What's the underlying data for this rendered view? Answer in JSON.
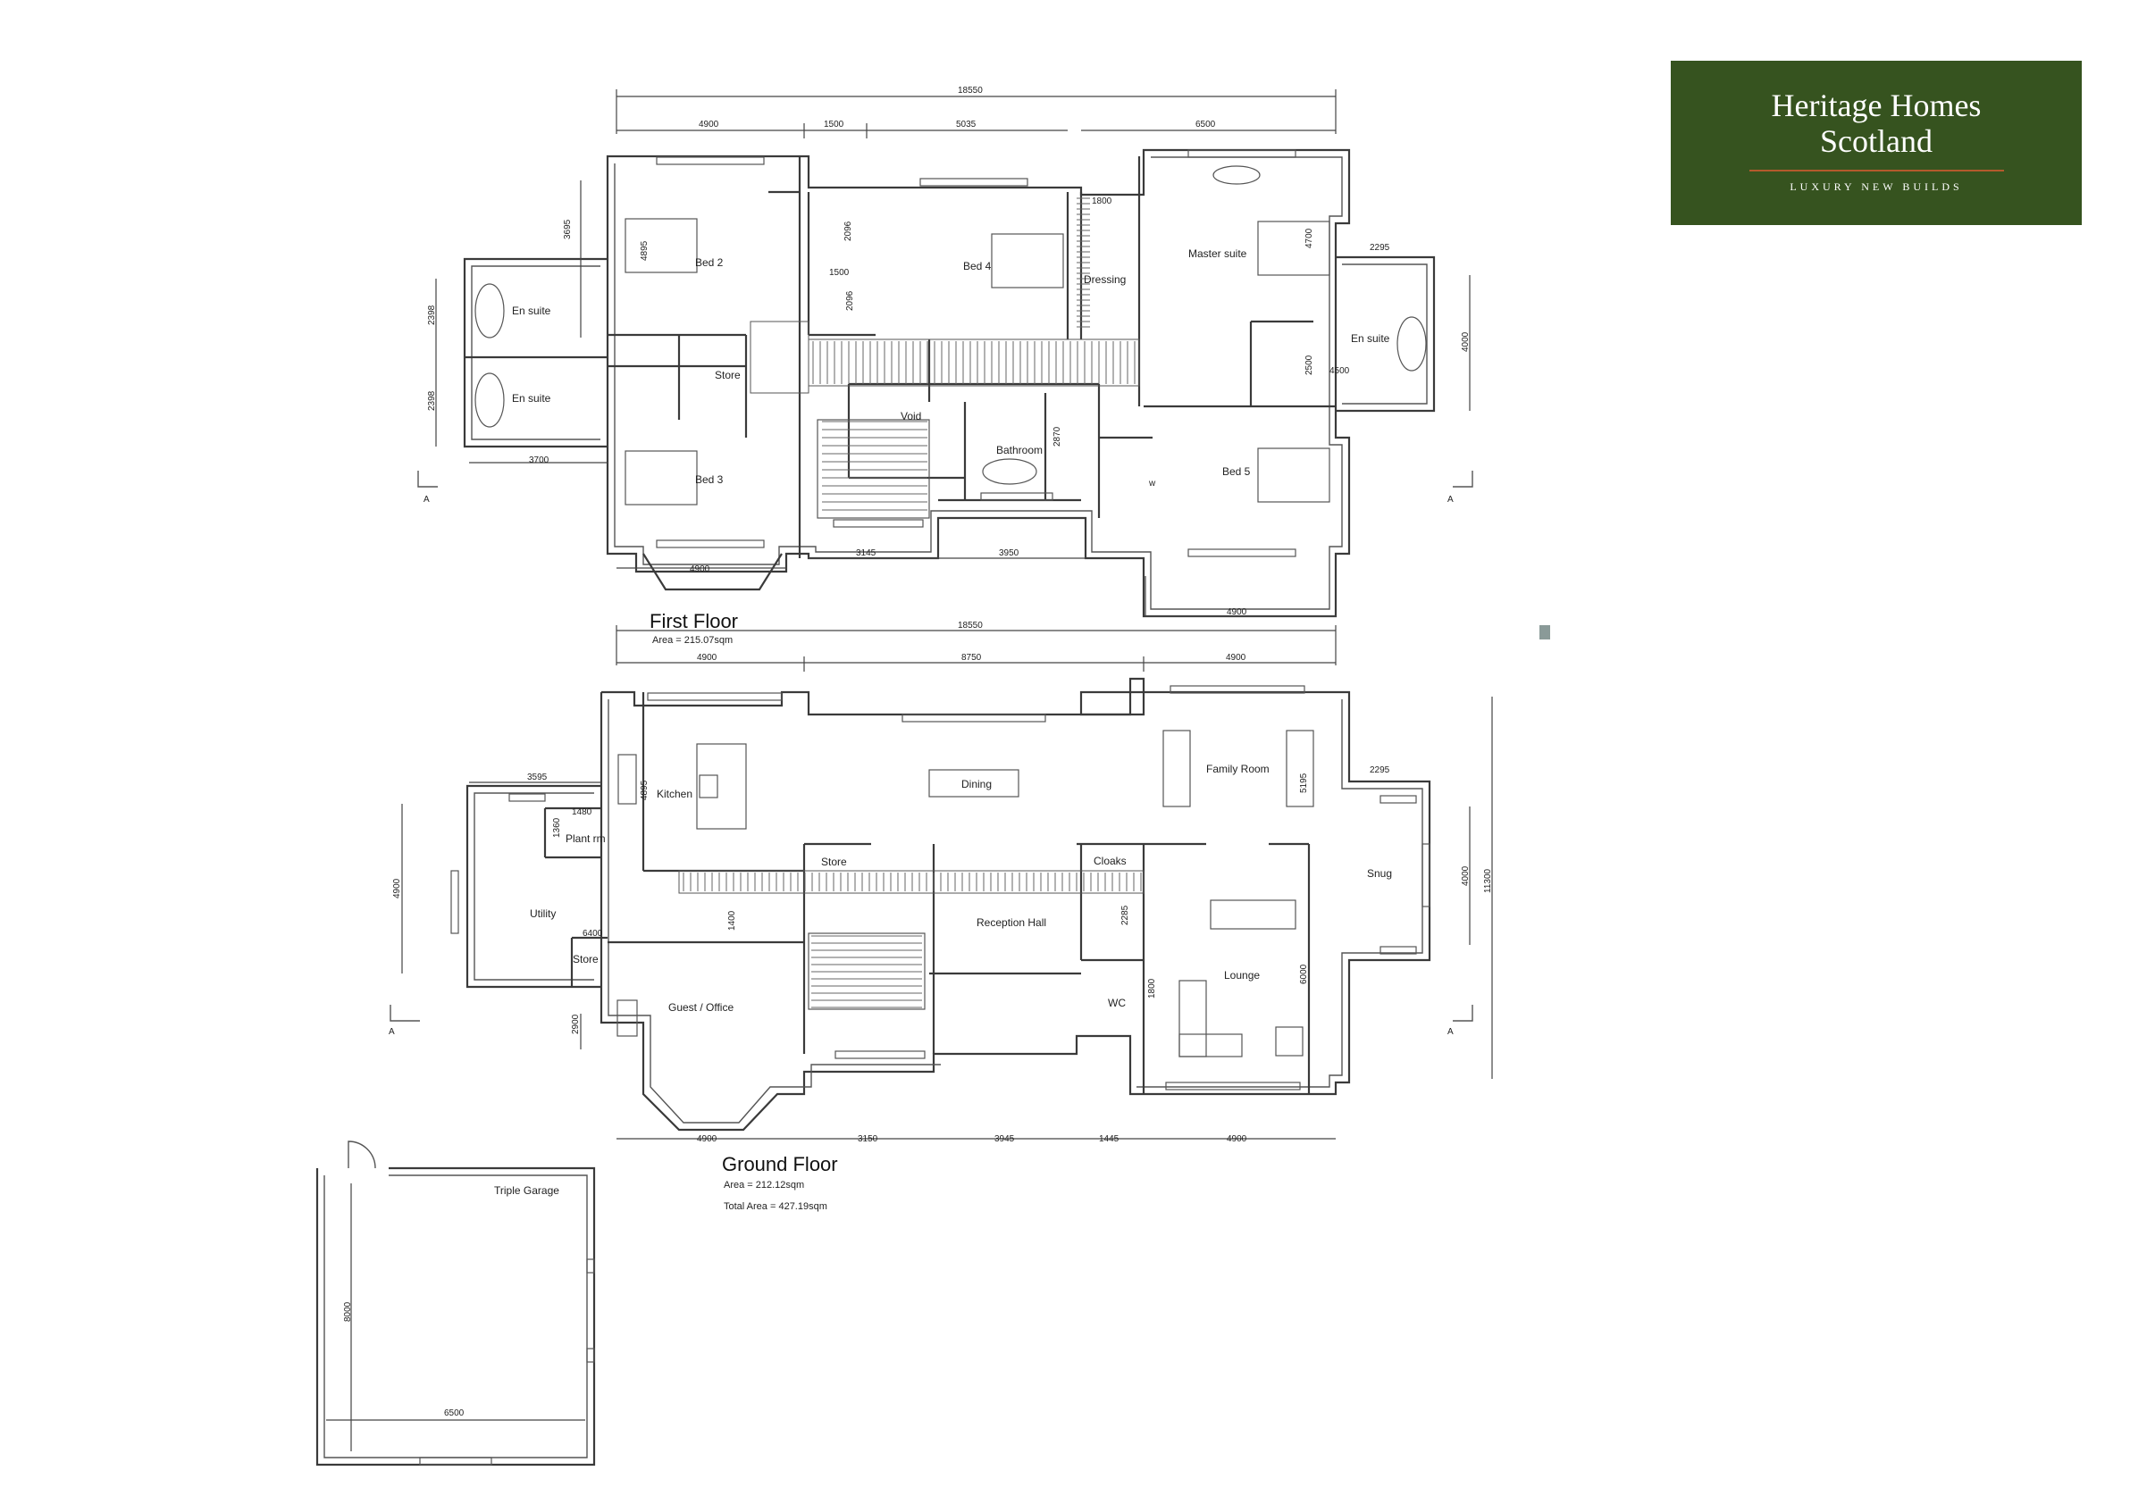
{
  "brand": {
    "line1": "Heritage Homes",
    "line2": "Scotland",
    "tagline": "LUXURY NEW BUILDS",
    "bg": "#36531f",
    "accent": "#b45a2c"
  },
  "first_floor": {
    "title": "First Floor",
    "area": "Area = 215.07sqm",
    "rooms": {
      "bed2": "Bed 2",
      "bed3": "Bed 3",
      "bed4": "Bed 4",
      "bed5": "Bed 5",
      "ensuite1": "En suite",
      "ensuite2": "En suite",
      "ensuite3": "En suite",
      "store": "Store",
      "void": "Void",
      "bathroom": "Bathroom",
      "dressing": "Dressing",
      "master": "Master suite",
      "w": "w"
    },
    "dims": {
      "total": "18550",
      "d4900a": "4900",
      "d1500": "1500",
      "d5035": "5035",
      "d6500": "6500",
      "d3695": "3695",
      "d4895": "4895",
      "d2398a": "2398",
      "d2398b": "2398",
      "d3700": "3700",
      "d4900b": "4900",
      "d3145": "3145",
      "d3950": "3950",
      "d4900c": "4900",
      "d2096a": "2096",
      "d2096b": "2096",
      "d1500b": "1500",
      "d1800": "1800",
      "d4700": "4700",
      "d2295": "2295",
      "d4000": "4000",
      "d2500": "2500",
      "d4500": "4500",
      "d2870": "2870"
    },
    "section": {
      "left": "A",
      "right": "A"
    }
  },
  "ground_floor": {
    "title": "Ground Floor",
    "area": "Area = 212.12sqm",
    "total_area": "Total Area = 427.19sqm",
    "rooms": {
      "kitchen": "Kitchen",
      "dining": "Dining",
      "family": "Family Room",
      "plant": "Plant rm",
      "utility": "Utility",
      "store1": "Store",
      "store2": "Store",
      "cloaks": "Cloaks",
      "reception": "Reception Hall",
      "snug": "Snug",
      "guest": "Guest / Office",
      "lounge": "Lounge",
      "wc": "WC",
      "garage": "Triple Garage"
    },
    "dims": {
      "total": "18550",
      "d4900a": "4900",
      "d8750": "8750",
      "d4900b": "4900",
      "d3595": "3595",
      "d1480": "1480",
      "d1360": "1360",
      "d4895": "4895",
      "d4900v": "4900",
      "d6400": "6400",
      "d1400": "1400",
      "d2285": "2285",
      "d1800": "1800",
      "d6000": "6000",
      "d5195": "5195",
      "d2295": "2295",
      "d4000": "4000",
      "d11300": "11300",
      "d2900": "2900",
      "d4900c": "4900",
      "d3150": "3150",
      "d3945": "3945",
      "d1445": "1445",
      "d4900d": "4900",
      "g8000": "8000",
      "g6500": "6500"
    },
    "section": {
      "left": "A",
      "right": "A"
    }
  }
}
